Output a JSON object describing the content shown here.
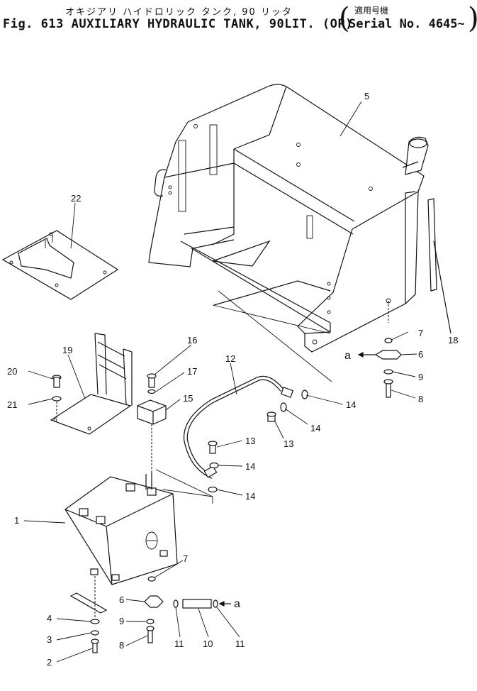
{
  "header": {
    "title_jp": "オキジアリ ハイドロリック タンク, 90 リッタ",
    "title_en": "Fig. 613 AUXILIARY HYDRAULIC TANK, 90LIT. (OP)",
    "serial_jp": "適用号機",
    "serial_en": "Serial No. 4645~"
  },
  "callouts": {
    "c1": "1",
    "c2": "2",
    "c3": "3",
    "c4": "4",
    "c5": "5",
    "c6a": "6",
    "c6b": "6",
    "c7a": "7",
    "c7b": "7",
    "c8a": "8",
    "c8b": "8",
    "c9a": "9",
    "c9b": "9",
    "c10": "10",
    "c11a": "11",
    "c11b": "11",
    "c12": "12",
    "c13a": "13",
    "c13b": "13",
    "c14a": "14",
    "c14b": "14",
    "c14c": "14",
    "c14d": "14",
    "c15": "15",
    "c16": "16",
    "c17": "17",
    "c18": "18",
    "c19": "19",
    "c20": "20",
    "c21": "21",
    "c22": "22",
    "ref_a1": "a",
    "ref_a2": "a"
  }
}
